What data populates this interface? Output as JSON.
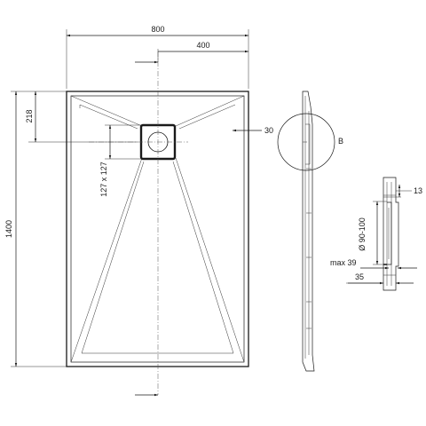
{
  "dimensions": {
    "width_total": "800",
    "width_half": "400",
    "length_total": "1400",
    "drain_offset": "218",
    "drain_size": "127 x 127",
    "rim": "30",
    "detail_label": "B",
    "lip": "13",
    "drain_diameter": "Ø 90-100",
    "max_height": "max 39",
    "tray_height": "35"
  }
}
